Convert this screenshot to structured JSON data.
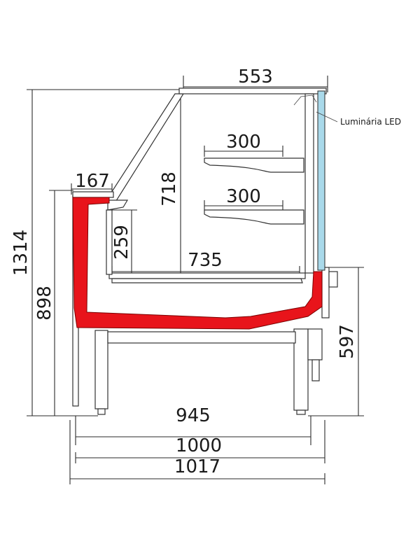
{
  "diagram": {
    "dimensions": {
      "top_width": "553",
      "shelf_upper": "300",
      "shelf_lower": "300",
      "counter": "167",
      "front_height": "718",
      "well_depth": "259",
      "deck_depth": "735",
      "total_height": "1314",
      "counter_height": "898",
      "rear_height": "597",
      "base_945": "945",
      "base_1000": "1000",
      "base_1017": "1017"
    },
    "labels": {
      "led": "Luminária LED"
    },
    "colors": {
      "insulation": "#e8141b",
      "glass": "#a9d9ea",
      "line": "#2a2a2a"
    }
  }
}
